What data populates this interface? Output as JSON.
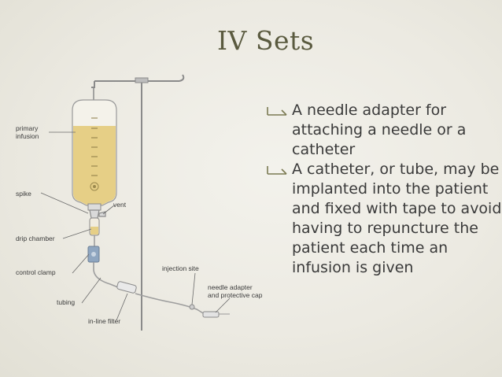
{
  "slide": {
    "title": "IV Sets",
    "bullets": [
      {
        "text": "A needle adapter for attaching a needle or a catheter"
      },
      {
        "text": "A catheter, or tube, may be implanted into the patient and fixed with tape to avoid having to repuncture the patient each time an infusion is given"
      }
    ]
  },
  "diagram": {
    "labels": {
      "primary_infusion_1": "primary",
      "primary_infusion_2": "infusion",
      "spike": "spike",
      "vent": "vent",
      "drip_chamber": "drip chamber",
      "control_clamp": "control clamp",
      "tubing": "tubing",
      "inline_filter": "in-line filter",
      "injection_site": "injection site",
      "needle_adapter_1": "needle adapter",
      "needle_adapter_2": "and protective cap"
    },
    "colors": {
      "fluid": "#e6cf86",
      "title": "#5a5a3f",
      "bullet_glyph": "#7b7a52"
    }
  }
}
